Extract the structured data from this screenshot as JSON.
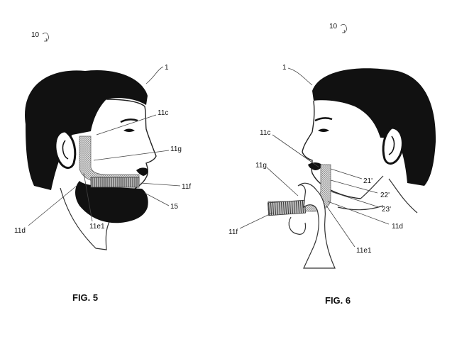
{
  "figures": [
    {
      "caption": "FIG. 5",
      "ref": "10",
      "labels": {
        "head": "1",
        "c": "11c",
        "g": "11g",
        "f": "11f",
        "beard": "15",
        "d": "11d",
        "e1": "11e1"
      }
    },
    {
      "caption": "FIG. 6",
      "ref": "10",
      "labels": {
        "head": "1",
        "c": "11c",
        "g": "11g",
        "f": "11f",
        "l21": "21'",
        "l22": "22'",
        "l23": "23'",
        "d": "11d",
        "e1": "11e1"
      }
    }
  ]
}
